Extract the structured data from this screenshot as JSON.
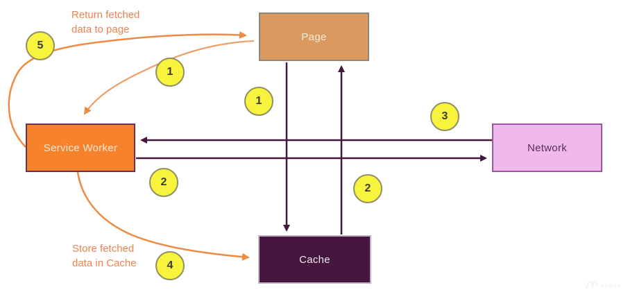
{
  "diagram": {
    "nodes": [
      {
        "id": "page",
        "label": "Page",
        "fill": "#D9995F",
        "border": "#8B8680",
        "text_color": "#F7ECDC"
      },
      {
        "id": "service-worker",
        "label": "Service Worker",
        "fill": "#F6822B",
        "border": "#6D2F52",
        "text_color": "#FBE9D8"
      },
      {
        "id": "network",
        "label": "Network",
        "fill": "#EFB9ED",
        "border": "#9C55A0",
        "text_color": "#5A2A58"
      },
      {
        "id": "cache",
        "label": "Cache",
        "fill": "#45173F",
        "border": "#C5B2C4",
        "text_color": "#EFE6EE"
      }
    ],
    "annotations": [
      {
        "id": "return-fetched",
        "line1": "Return fetched",
        "line2": "data to page"
      },
      {
        "id": "store-fetched",
        "line1": "Store fetched",
        "line2": "data in Cache"
      }
    ],
    "badges": [
      {
        "label": "5"
      },
      {
        "label": "1"
      },
      {
        "label": "1"
      },
      {
        "label": "3"
      },
      {
        "label": "2"
      },
      {
        "label": "2"
      },
      {
        "label": "4"
      }
    ],
    "colors": {
      "arrow_purple": "#45173F",
      "arrow_orange": "#ED8B43",
      "badge_fill": "#F8F33D",
      "badge_border": "#8F8F63",
      "annotation_text": "#EB8350",
      "background": "#FFFFFF"
    }
  }
}
